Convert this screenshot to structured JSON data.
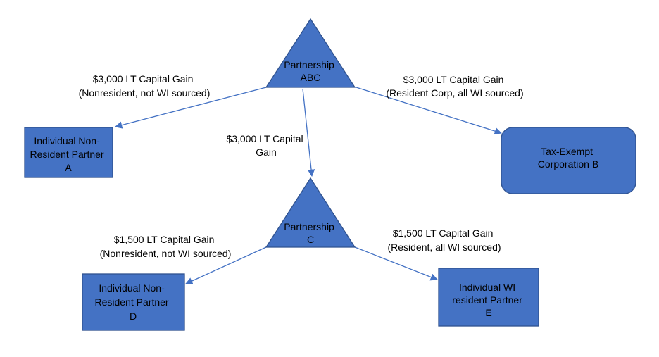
{
  "colors": {
    "node_fill": "#4472C4",
    "node_stroke": "#2F528F",
    "edge": "#4472C4",
    "text": "#000000"
  },
  "nodes": {
    "partnership_abc": {
      "shape": "triangle",
      "lines": [
        "Partnership",
        "ABC"
      ]
    },
    "partner_a": {
      "shape": "rectangle",
      "lines": [
        "Individual Non-",
        "Resident Partner",
        "A"
      ]
    },
    "corp_b": {
      "shape": "rounded-rectangle",
      "lines": [
        "Tax-Exempt",
        "Corporation B"
      ]
    },
    "partnership_c": {
      "shape": "triangle",
      "lines": [
        "Partnership",
        "C"
      ]
    },
    "partner_d": {
      "shape": "rectangle",
      "lines": [
        "Individual Non-",
        "Resident Partner",
        "D"
      ]
    },
    "partner_e": {
      "shape": "rectangle",
      "lines": [
        "Individual WI",
        "resident Partner",
        "E"
      ]
    }
  },
  "edges": {
    "abc_to_a": {
      "from": "Partnership ABC",
      "to": "Individual Non-Resident Partner A",
      "lines": [
        "$3,000 LT Capital Gain",
        "(Nonresident, not WI sourced)"
      ]
    },
    "abc_to_b": {
      "from": "Partnership ABC",
      "to": "Tax-Exempt Corporation B",
      "lines": [
        "$3,000 LT Capital Gain",
        "(Resident Corp, all WI sourced)"
      ]
    },
    "abc_to_c": {
      "from": "Partnership ABC",
      "to": "Partnership C",
      "lines": [
        "$3,000 LT Capital",
        "Gain"
      ]
    },
    "c_to_d": {
      "from": "Partnership C",
      "to": "Individual Non-Resident Partner D",
      "lines": [
        "$1,500 LT Capital Gain",
        "(Nonresident, not WI sourced)"
      ]
    },
    "c_to_e": {
      "from": "Partnership C",
      "to": "Individual WI resident Partner E",
      "lines": [
        "$1,500 LT Capital Gain",
        "(Resident, all WI sourced)"
      ]
    }
  }
}
